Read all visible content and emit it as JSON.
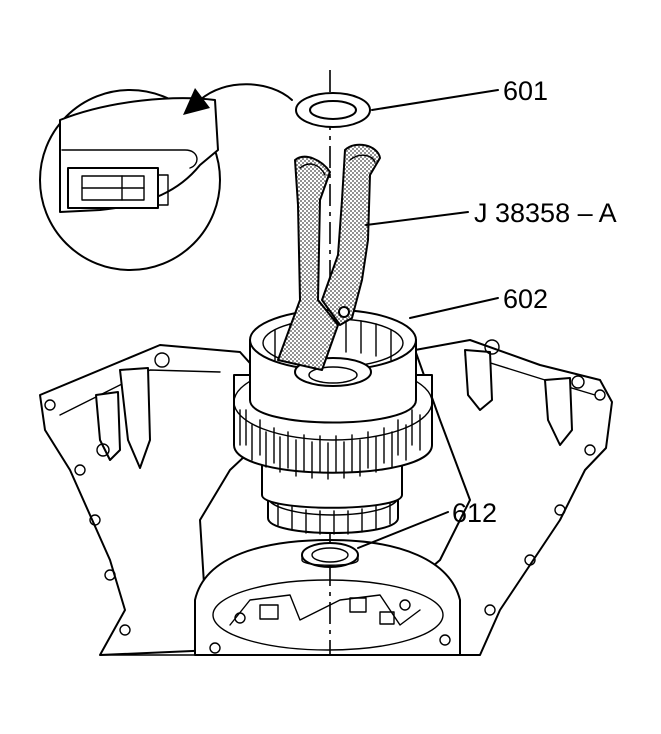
{
  "callouts": {
    "c601": "601",
    "tool": "J 38358 – A",
    "c602": "602",
    "c612": "612"
  },
  "colors": {
    "ink": "#000000",
    "paper": "#ffffff",
    "tool_fill": "#9a9a9a"
  }
}
